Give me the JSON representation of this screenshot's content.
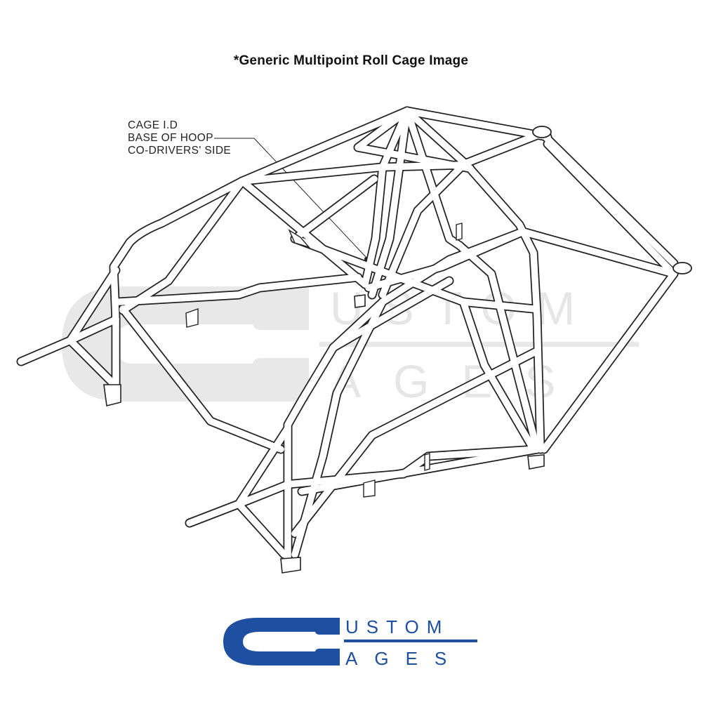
{
  "title": "*Generic Multipoint Roll Cage Image",
  "callout": {
    "lines": [
      "CAGE I.D",
      "BASE OF HOOP",
      "CO-DRIVERS' SIDE"
    ]
  },
  "watermark": {
    "top": "USTOM",
    "bottom": "AGES",
    "color": "#e6e6e6"
  },
  "logo": {
    "top": "USTOM",
    "bottom": "AGES",
    "color": "#1f4fa0"
  },
  "drawing": {
    "stroke_color": "#222222",
    "fill_color": "#ffffff"
  }
}
